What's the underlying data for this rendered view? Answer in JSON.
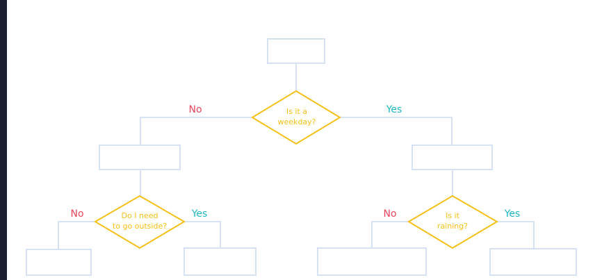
{
  "colors": {
    "sidebar": "#1b1e2c",
    "box_stroke": "#d6e2f3",
    "line": "#d6e2f3",
    "diamond": "#f5c018",
    "no": "#e8455a",
    "yes": "#1fb7c2"
  },
  "decisions": {
    "weekday": [
      "Is it a",
      "weekday?"
    ],
    "outside": [
      "Do I need",
      "to go outside?"
    ],
    "raining": [
      "Is it",
      "raining?"
    ]
  },
  "branches": {
    "top_no": "No",
    "top_yes": "Yes",
    "left_no": "No",
    "left_yes": "Yes",
    "right_no": "No",
    "right_yes": "Yes"
  },
  "boxes": {
    "top": "",
    "left_mid": "",
    "right_mid": "",
    "bottom_1": "",
    "bottom_2": "",
    "bottom_3": "",
    "bottom_4": ""
  }
}
